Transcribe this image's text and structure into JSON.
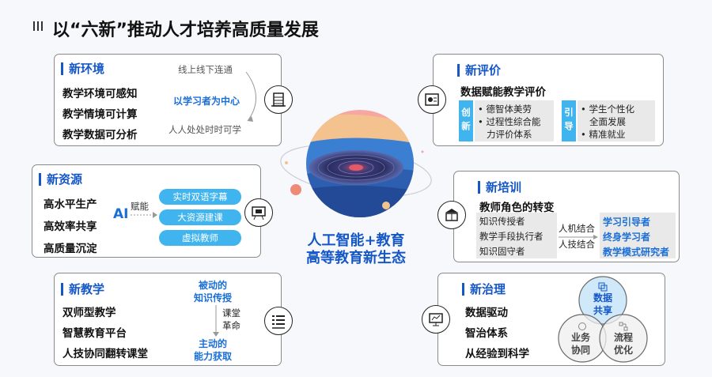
{
  "page_title": "以“六新”推动人才培养高质量发展",
  "center": {
    "line1": "人工智能+教育",
    "line2": "高等教育新生态"
  },
  "env": {
    "title": "新环境",
    "items": [
      "教学环境可感知",
      "教学情境可计算",
      "教学数据可分析"
    ],
    "flow_top": "线上线下连通",
    "flow_mid": "以学习者为中心",
    "flow_bottom": "人人处处时时可学"
  },
  "res": {
    "title": "新资源",
    "items": [
      "高水平生产",
      "高效率共享",
      "高质量沉淀"
    ],
    "ai": "AI",
    "empower": "赋能",
    "pills": [
      "实时双语字幕",
      "大资源建课",
      "虚拟教师"
    ]
  },
  "teach": {
    "title": "新教学",
    "items": [
      "双师型教学",
      "智慧教育平台",
      "人技协同翻转课堂"
    ],
    "from_1": "被动的",
    "from_2": "知识传授",
    "rev_1": "课堂",
    "rev_2": "革命",
    "to_1": "主动的",
    "to_2": "能力获取"
  },
  "eval": {
    "title": "新评价",
    "subtitle": "数据赋能教学评价",
    "tag1": "创新",
    "list1": [
      "德智体美劳",
      "过程性综合能",
      "力评价体系"
    ],
    "tag2": "引导",
    "list2": [
      "学生个性化",
      "全面发展",
      "精准就业"
    ]
  },
  "train": {
    "title": "新培训",
    "subtitle": "教师角色的转变",
    "from": [
      "知识传授者",
      "教学手段执行者",
      "知识固守者"
    ],
    "via_1": "人机结合",
    "via_2": "人技结合",
    "to": [
      "学习引导者",
      "终身学习者",
      "教学模式研究者"
    ]
  },
  "gov": {
    "title": "新治理",
    "items": [
      "数据驱动",
      "智治体系",
      "从经验到科学"
    ],
    "venn": {
      "top_1": "数据",
      "top_2": "共享",
      "left_1": "业务",
      "left_2": "协同",
      "right_1": "流程",
      "right_2": "优化"
    }
  },
  "colors": {
    "accent": "#1557c7",
    "pill": "#3fb4ef",
    "highlight": "#1a6fd6"
  }
}
